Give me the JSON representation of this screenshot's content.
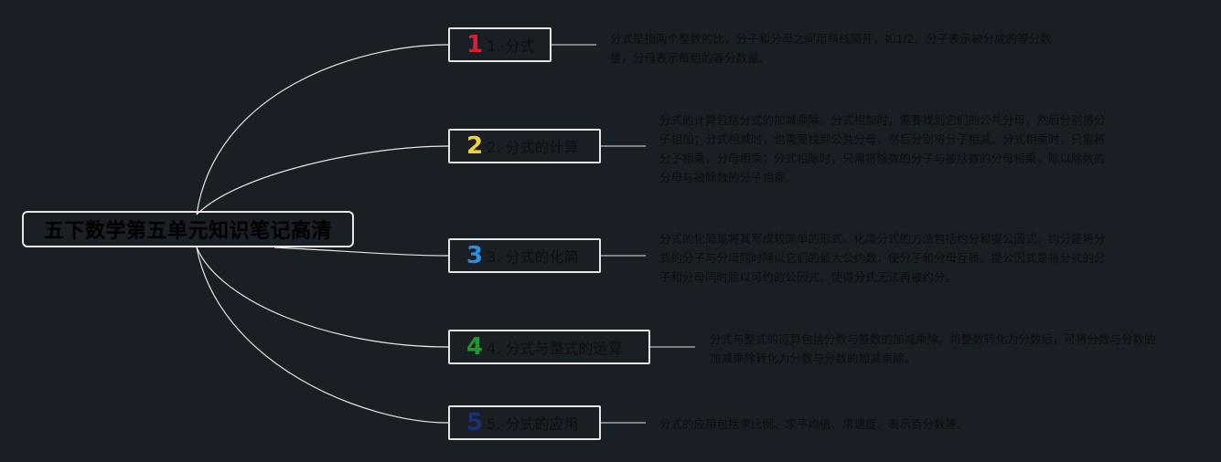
{
  "root": {
    "title": "五下数学第五单元知识笔记高清"
  },
  "topics": [
    {
      "badge": "1",
      "badge_color": "#d81e30",
      "label": "1. 分式",
      "note": "分式是指两个整数的比，分子和分母之间用斜线隔开，如1/2。分子表示被分成的等分数量，分母表示每组的等分数量。"
    },
    {
      "badge": "2",
      "badge_color": "#f0d040",
      "label": "2. 分式的计算",
      "note": "分式的计算包括分式的加减乘除。分式相加时，需要找到它们的公共分母，然后分别将分子相加；分式相减时，也需要找到公共分母，然后分别将分子相减。分式相乘时，只需将分子相乘，分母相乘；分式相除时，只需将除数的分子与被除数的分母相乘，除以除数的分母与被除数的分子相乘。"
    },
    {
      "badge": "3",
      "badge_color": "#2a8fe0",
      "label": "3. 分式的化简",
      "note": "分式的化简是将其写成较简单的形式。化简分式的方法包括约分和提公因式。约分是将分式的分子与分母同时除以它们的最大公约数，使分子和分母互质。提公因式是将分式的分子和分母同时除以可约的公因式，使得分式无法再被约分。"
    },
    {
      "badge": "4",
      "badge_color": "#1f9a2a",
      "label": "4. 分式与整式的运算",
      "note": "分式与整式的运算包括分数与整数的加减乘除。将整数转化为分数后，可将分数与分数的加减乘除转化为分数与分数的加减乘除。"
    },
    {
      "badge": "5",
      "badge_color": "#1e2f7a",
      "label": "5. 分式的应用",
      "note": "分式的应用包括求比例、求平均值、求速度、表示百分数等。"
    }
  ],
  "colors": {
    "background": "#1a1e25",
    "line": "#e6e6e6"
  }
}
